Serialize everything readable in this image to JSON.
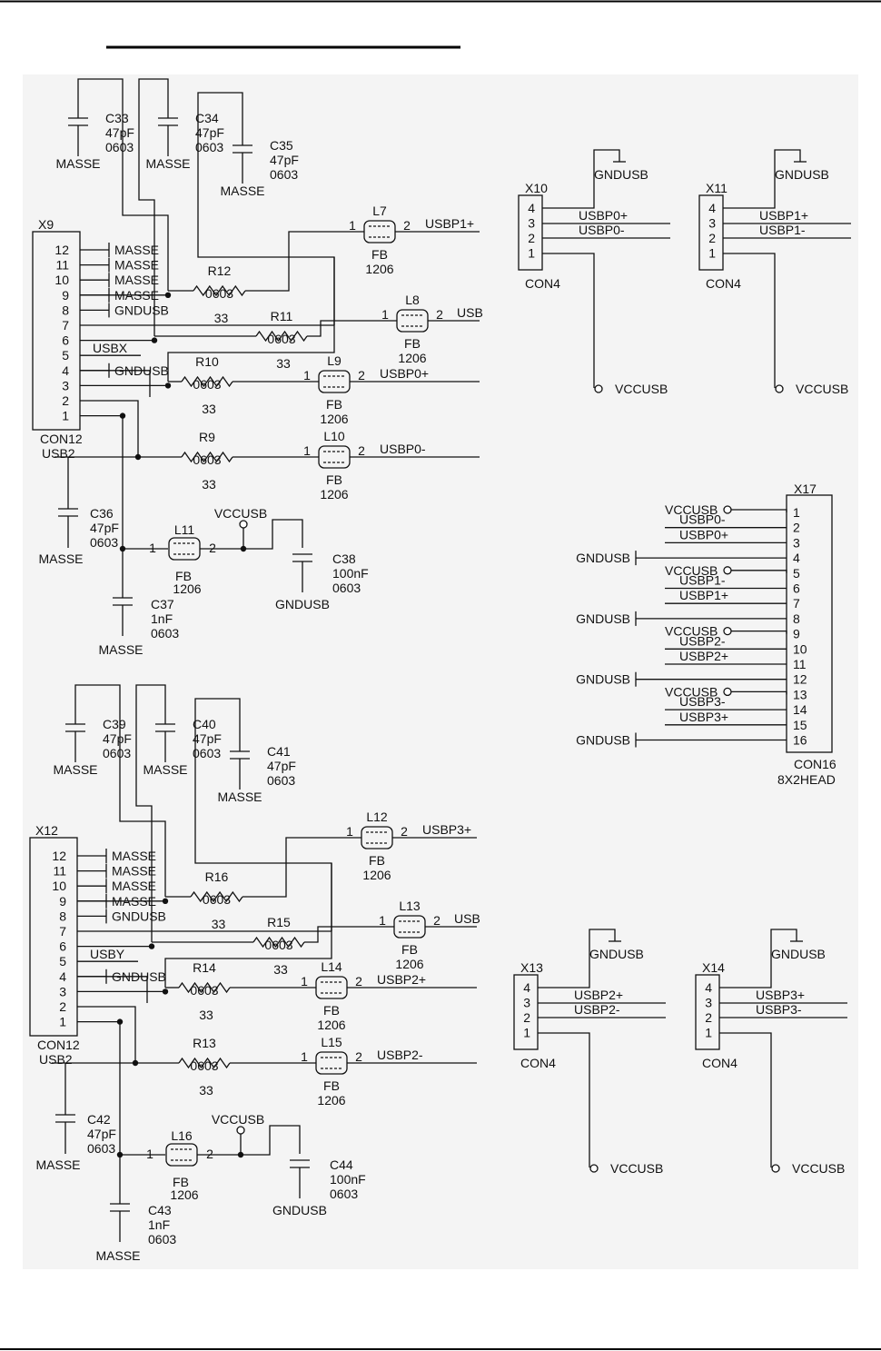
{
  "page": {
    "top_rule_color": "#000000",
    "schematic_bg": "#f4f4f4"
  },
  "usb_blocks": [
    {
      "connector": {
        "ref": "X9",
        "type": "CON12",
        "value": "USB2",
        "pins": [
          "12",
          "11",
          "10",
          "9",
          "8",
          "7",
          "6",
          "5",
          "4",
          "3",
          "2",
          "1"
        ],
        "pin_labels": {
          "12": "MASSE",
          "11": "MASSE",
          "10": "MASSE",
          "9": "MASSE",
          "8": "GNDUSB",
          "5": "USBX",
          "4": "GNDUSB"
        }
      },
      "caps_top": [
        {
          "ref": "C33",
          "value": "47pF",
          "pkg": "0603",
          "gnd": "MASSE"
        },
        {
          "ref": "C34",
          "value": "47pF",
          "pkg": "0603",
          "gnd": "MASSE"
        },
        {
          "ref": "C35",
          "value": "47pF",
          "pkg": "0603",
          "gnd": "MASSE"
        }
      ],
      "resistors": [
        {
          "ref": "R12",
          "pkg": "0603",
          "value": "33"
        },
        {
          "ref": "R11",
          "pkg": "0603",
          "value": "33"
        },
        {
          "ref": "R10",
          "pkg": "0603",
          "value": "33"
        },
        {
          "ref": "R9",
          "pkg": "0603",
          "value": "33"
        }
      ],
      "ferrites": [
        {
          "ref": "L7",
          "type": "FB",
          "pkg": "1206",
          "net": "USBP1+",
          "p1": "1",
          "p2": "2"
        },
        {
          "ref": "L8",
          "type": "FB",
          "pkg": "1206",
          "net": "USB",
          "p1": "1",
          "p2": "2"
        },
        {
          "ref": "L9",
          "type": "FB",
          "pkg": "1206",
          "net": "USBP0+",
          "p1": "1",
          "p2": "2"
        },
        {
          "ref": "L10",
          "type": "FB",
          "pkg": "1206",
          "net": "USBP0-",
          "p1": "1",
          "p2": "2"
        }
      ],
      "power": {
        "cap_in": {
          "ref": "C36",
          "value": "47pF",
          "pkg": "0603",
          "gnd": "MASSE"
        },
        "ferrite": {
          "ref": "L11",
          "type": "FB",
          "pkg": "1206",
          "p1": "1",
          "p2": "2"
        },
        "supply": "VCCUSB",
        "cap_out": {
          "ref": "C38",
          "value": "100nF",
          "pkg": "0603",
          "gnd": "GNDUSB"
        },
        "cap_bot": {
          "ref": "C37",
          "value": "1nF",
          "pkg": "0603",
          "gnd": "MASSE"
        }
      }
    },
    {
      "connector": {
        "ref": "X12",
        "type": "CON12",
        "value": "USB2",
        "pins": [
          "12",
          "11",
          "10",
          "9",
          "8",
          "7",
          "6",
          "5",
          "4",
          "3",
          "2",
          "1"
        ],
        "pin_labels": {
          "12": "MASSE",
          "11": "MASSE",
          "10": "MASSE",
          "9": "MASSE",
          "8": "GNDUSB",
          "5": "USBY",
          "4": "GNDUSB"
        }
      },
      "caps_top": [
        {
          "ref": "C39",
          "value": "47pF",
          "pkg": "0603",
          "gnd": "MASSE"
        },
        {
          "ref": "C40",
          "value": "47pF",
          "pkg": "0603",
          "gnd": "MASSE"
        },
        {
          "ref": "C41",
          "value": "47pF",
          "pkg": "0603",
          "gnd": "MASSE"
        }
      ],
      "resistors": [
        {
          "ref": "R16",
          "pkg": "0603",
          "value": "33"
        },
        {
          "ref": "R15",
          "pkg": "0603",
          "value": "33"
        },
        {
          "ref": "R14",
          "pkg": "0603",
          "value": "33"
        },
        {
          "ref": "R13",
          "pkg": "0603",
          "value": "33"
        }
      ],
      "ferrites": [
        {
          "ref": "L12",
          "type": "FB",
          "pkg": "1206",
          "net": "USBP3+",
          "p1": "1",
          "p2": "2"
        },
        {
          "ref": "L13",
          "type": "FB",
          "pkg": "1206",
          "net": "USB",
          "p1": "1",
          "p2": "2"
        },
        {
          "ref": "L14",
          "type": "FB",
          "pkg": "1206",
          "net": "USBP2+",
          "p1": "1",
          "p2": "2"
        },
        {
          "ref": "L15",
          "type": "FB",
          "pkg": "1206",
          "net": "USBP2-",
          "p1": "1",
          "p2": "2"
        }
      ],
      "power": {
        "cap_in": {
          "ref": "C42",
          "value": "47pF",
          "pkg": "0603",
          "gnd": "MASSE"
        },
        "ferrite": {
          "ref": "L16",
          "type": "FB",
          "pkg": "1206",
          "p1": "1",
          "p2": "2"
        },
        "supply": "VCCUSB",
        "cap_out": {
          "ref": "C44",
          "value": "100nF",
          "pkg": "0603",
          "gnd": "GNDUSB"
        },
        "cap_bot": {
          "ref": "C43",
          "value": "1nF",
          "pkg": "0603",
          "gnd": "MASSE"
        }
      }
    }
  ],
  "con4": [
    {
      "ref": "X10",
      "type": "CON4",
      "pins": [
        "4",
        "3",
        "2",
        "1"
      ],
      "net3": "USBP0+",
      "net2": "USBP0-",
      "gnd": "GNDUSB",
      "vcc": "VCCUSB"
    },
    {
      "ref": "X11",
      "type": "CON4",
      "pins": [
        "4",
        "3",
        "2",
        "1"
      ],
      "net3": "USBP1+",
      "net2": "USBP1-",
      "gnd": "GNDUSB",
      "vcc": "VCCUSB"
    },
    {
      "ref": "X13",
      "type": "CON4",
      "pins": [
        "4",
        "3",
        "2",
        "1"
      ],
      "net3": "USBP2+",
      "net2": "USBP2-",
      "gnd": "GNDUSB",
      "vcc": "VCCUSB"
    },
    {
      "ref": "X14",
      "type": "CON4",
      "pins": [
        "4",
        "3",
        "2",
        "1"
      ],
      "net3": "USBP3+",
      "net2": "USBP3-",
      "gnd": "GNDUSB",
      "vcc": "VCCUSB"
    }
  ],
  "header": {
    "ref": "X17",
    "type": "CON16",
    "value": "8X2HEAD",
    "pins": [
      "1",
      "2",
      "3",
      "4",
      "5",
      "6",
      "7",
      "8",
      "9",
      "10",
      "11",
      "12",
      "13",
      "14",
      "15",
      "16"
    ],
    "nets": [
      "VCCUSB",
      "USBP0-",
      "USBP0+",
      "GNDUSB",
      "VCCUSB",
      "USBP1-",
      "USBP1+",
      "GNDUSB",
      "VCCUSB",
      "USBP2-",
      "USBP2+",
      "GNDUSB",
      "VCCUSB",
      "USBP3-",
      "USBP3+",
      "GNDUSB"
    ]
  }
}
